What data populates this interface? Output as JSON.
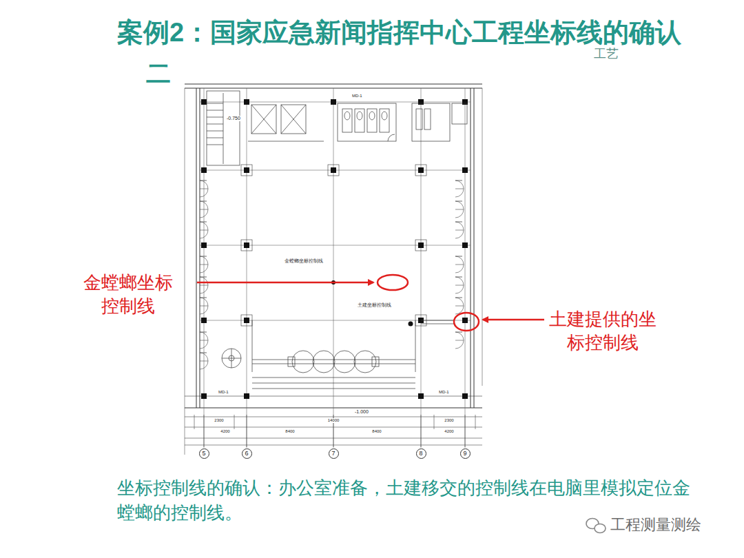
{
  "diagram": {
    "title": "案例2：国家应急新闻指挥中心工程坐标线的确认",
    "caption": "坐标控制线的确认：办公室准备，土建移交的控制线在电脑里模拟定位金螳螂的控制线。",
    "nodes": [
      {
        "text": [
          "5"
        ]
      },
      {
        "text": [
          "6"
        ]
      },
      {
        "text": [
          "7"
        ]
      },
      {
        "text": [
          "8"
        ]
      },
      {
        "text": [
          "9"
        ]
      }
    ],
    "labels": [
      "二",
      "工艺",
      "金螳螂坐标控制线",
      "土建提供的坐标控制线",
      "金螳螂坐标控制线",
      "土建坐标控制线",
      "-0.750",
      "MD-1",
      "MD-1",
      "MD-1",
      "-1.000",
      "2300",
      "14000",
      "2300",
      "4200",
      "8400",
      "8400",
      "4200",
      "工程测量测绘"
    ]
  }
}
